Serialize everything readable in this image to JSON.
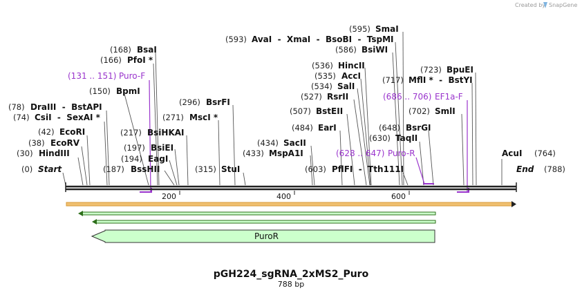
{
  "credit": {
    "text": "Created by",
    "brand": "SnapGene"
  },
  "map": {
    "title": "pGH224_sgRNA_2xMS2_Puro",
    "length_label": "788 bp",
    "length": 788,
    "start_label": "Start",
    "end_label": "End",
    "start_pos": "(0)",
    "end_pos": "(788)",
    "ticks": [
      "200",
      "400",
      "600"
    ]
  },
  "sites": [
    {
      "pos": "(0)",
      "name": "Start"
    },
    {
      "pos": "(30)",
      "name": "HindIII"
    },
    {
      "pos": "(38)",
      "name": "EcoRV"
    },
    {
      "pos": "(42)",
      "name": "EcoRI"
    },
    {
      "pos": "(74)",
      "name": "CsiI  -  SexAI *"
    },
    {
      "pos": "(78)",
      "name": "DraIII  -  BstAPI"
    },
    {
      "pos": "(150)",
      "name": "BpmI"
    },
    {
      "pos": "(166)",
      "name": "PfoI *"
    },
    {
      "pos": "(168)",
      "name": "BsaI"
    },
    {
      "pos": "(187)",
      "name": "BssHII"
    },
    {
      "pos": "(194)",
      "name": "EagI"
    },
    {
      "pos": "(197)",
      "name": "BsiEI"
    },
    {
      "pos": "(217)",
      "name": "BsiHKAI"
    },
    {
      "pos": "(271)",
      "name": "MscI *"
    },
    {
      "pos": "(296)",
      "name": "BsrFI"
    },
    {
      "pos": "(315)",
      "name": "StuI"
    },
    {
      "pos": "(433)",
      "name": "MspA1I"
    },
    {
      "pos": "(434)",
      "name": "SacII"
    },
    {
      "pos": "(484)",
      "name": "EarI"
    },
    {
      "pos": "(507)",
      "name": "BstEII"
    },
    {
      "pos": "(527)",
      "name": "RsrII"
    },
    {
      "pos": "(534)",
      "name": "SalI"
    },
    {
      "pos": "(535)",
      "name": "AccI"
    },
    {
      "pos": "(536)",
      "name": "HincII"
    },
    {
      "pos": "(586)",
      "name": "BsiWI"
    },
    {
      "pos": "(593)",
      "name": "AvaI  -  XmaI  -  BsoBI  -  TspMI"
    },
    {
      "pos": "(595)",
      "name": "SmaI"
    },
    {
      "pos": "(603)",
      "name": "PflFI  -  Tth111I"
    },
    {
      "pos": "(630)",
      "name": "TaqII"
    },
    {
      "pos": "(648)",
      "name": "BsrGI"
    },
    {
      "pos": "(702)",
      "name": "SmlI"
    },
    {
      "pos": "(717)",
      "name": "MflI *  -  BstYI"
    },
    {
      "pos": "(723)",
      "name": "BpuEI"
    },
    {
      "pos": "(764)",
      "name": "AcuI"
    },
    {
      "pos": "(788)",
      "name": "End"
    }
  ],
  "primers": [
    {
      "range": "(131 .. 151)",
      "name": "Puro-F"
    },
    {
      "range": "(628 .. 647)",
      "name": "Puro-R"
    },
    {
      "range": "(686 .. 706)",
      "name": "EF1a-F"
    }
  ],
  "features": [
    {
      "name": "PuroR"
    }
  ],
  "colors": {
    "primer": "#9933cc",
    "orange_feature": "#f0c070",
    "green_feature": "#ccffcc",
    "green_stroke": "#2d6e1a",
    "backbone": "#222222"
  }
}
